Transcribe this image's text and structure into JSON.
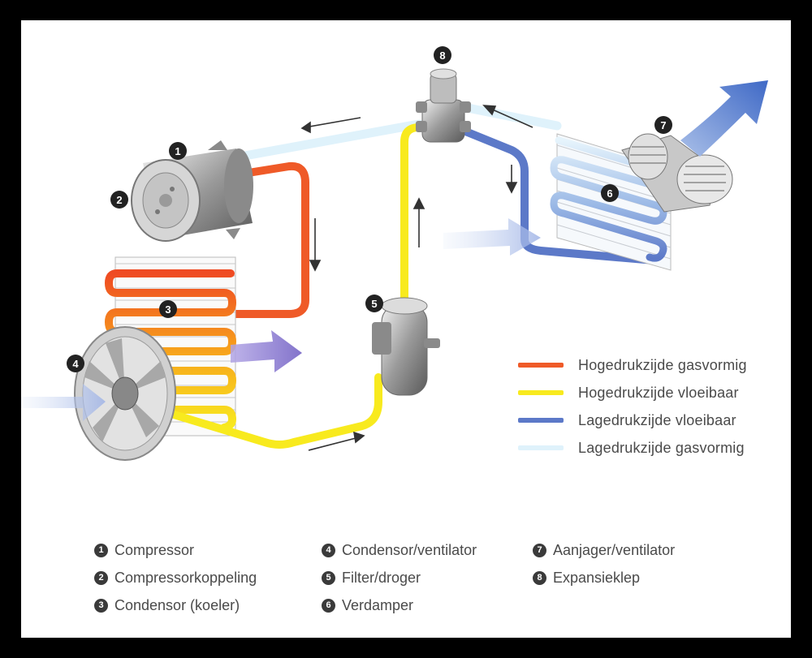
{
  "colors": {
    "hp_gas": "#ef5a28",
    "hp_liquid": "#f8ea1e",
    "lp_liquid": "#5c79c8",
    "lp_gas": "#dff2fb"
  },
  "legend": [
    {
      "label": "Hogedrukzijde gasvormig",
      "color": "#ef5a28"
    },
    {
      "label": "Hogedrukzijde vloeibaar",
      "color": "#f8ea1e"
    },
    {
      "label": "Lagedrukzijde vloeibaar",
      "color": "#5c79c8"
    },
    {
      "label": "Lagedrukzijde gasvormig",
      "color": "#dff2fb"
    }
  ],
  "parts_col1": [
    {
      "num": "1",
      "label": "Compressor"
    },
    {
      "num": "2",
      "label": "Compressorkoppeling"
    },
    {
      "num": "3",
      "label": "Condensor (koeler)"
    }
  ],
  "parts_col2": [
    {
      "num": "4",
      "label": "Condensor/ventilator"
    },
    {
      "num": "5",
      "label": "Filter/droger"
    },
    {
      "num": "6",
      "label": "Verdamper"
    }
  ],
  "parts_col3": [
    {
      "num": "7",
      "label": "Aanjager/ventilator"
    },
    {
      "num": "8",
      "label": "Expansieklep"
    }
  ],
  "callouts": [
    "1",
    "2",
    "3",
    "4",
    "5",
    "6",
    "7",
    "8"
  ]
}
